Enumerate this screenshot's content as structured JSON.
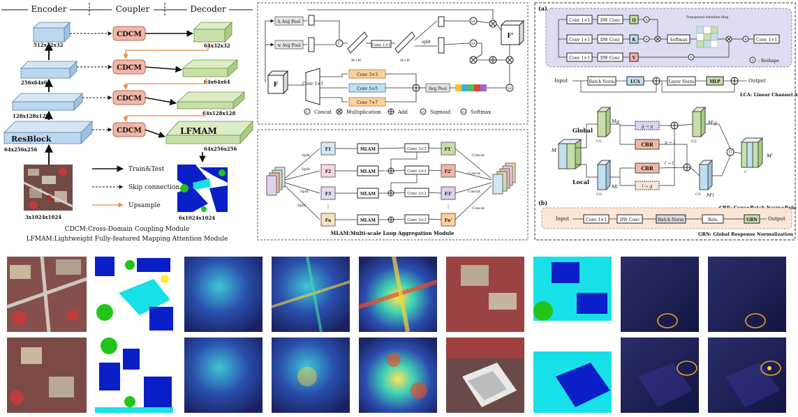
{
  "architecture": {
    "headers": [
      "Encoder",
      "Coupler",
      "Decoder"
    ],
    "enc_labels": [
      "512x32x32",
      "256x64x64",
      "128x128x128",
      "64x256x256"
    ],
    "resblock": "ResBlock",
    "cdcm": "CDCM",
    "dec_labels": [
      "64x32x32",
      "64x64x64",
      "64x128x128",
      "64x256x256"
    ],
    "lfmam": "LFMAM",
    "input_label": "3x1024x1024",
    "output_label": "6x1024x1024",
    "legend": [
      "Train&Test",
      "Skip connection",
      "Upsample"
    ],
    "footnote1": "CDCM:Cross-Domain Coupling Module",
    "footnote2": "LFMAM:Lightweight Fully-featured Mapping Attention Module"
  },
  "lfmam_detail": {
    "h_pool": "h Avg Pool",
    "w_pool": "w Avg Pool",
    "conv1": "Conv 1×1",
    "split": "split",
    "F": "F",
    "F_out": "F'",
    "conv_stack": [
      "Conv 3×3",
      "Conv 5×5",
      "Conv 7×7"
    ],
    "conv_side": "Conv 1×1",
    "avg_pool": "Avg Pool",
    "legend": [
      "Concat",
      "Multiplication",
      "Add",
      "Sigmoid",
      "Softmax"
    ],
    "dim_C": "C",
    "dim_H": "H",
    "dim_W": "W",
    "dim_WH": "W+H"
  },
  "mlam_detail": {
    "split": "Split",
    "concat": "Concat",
    "mlam": "MLAM",
    "conv": "Conv 3×3",
    "inputs": [
      "F1",
      "F2",
      "F3",
      "Fn"
    ],
    "outputs": [
      "F1'",
      "F2'",
      "F3'",
      "Fn'"
    ],
    "caption": "MLAM:Multi-scale Loop Aggregation Module"
  },
  "cdcm_detail": {
    "tag_a": "(a)",
    "conv1": "Conv 1×1",
    "dwconv": "DW Conv",
    "qkv": [
      "Q",
      "K",
      "V"
    ],
    "softmax": "Softmax",
    "transposed": "Transposed Attention Map",
    "reshape_sym": "R",
    "reshape": ": Reshape",
    "row_input": "Input",
    "batch_norm": "Batch Norm",
    "lca": "LCA",
    "layer_norm": "Layer Norm",
    "mlp": "MLP",
    "output": "Output",
    "lca_caption": "LCA: Linear Channel Attention",
    "global": "Global",
    "local": "Local",
    "M": "M",
    "Mg": "Mg",
    "Ml": "Ml",
    "Mg_p": "M'g",
    "Ml_p": "M'l",
    "M_p": "M'",
    "c2": "C/2",
    "c_prime": "C'",
    "g2g": "g → g",
    "g2l": "g → l",
    "l2l": "l → l",
    "l2g": "l → g",
    "cbr": "CBR",
    "cbr_caption": "CBR: Conv+Batch Norm+Relu",
    "tag_b": "(b)",
    "b_row": [
      "Input",
      "Conv 1×1",
      "DW Conv",
      "Batch Norm",
      "Relu",
      "GRN",
      "Output"
    ],
    "grn_caption": "GRN: Global Response Normalization",
    "concat_sym": "C"
  },
  "colors": {
    "encoder_block": "#bcd8ef",
    "decoder_block": "#c6e0a8",
    "cdcm_fill": "#f1b6a6",
    "upsample_arrow": "#f08a3c",
    "panel_lilac": "#dcdcf2",
    "panel_peach": "#fbe6d6",
    "conv_orange": "#f9d29c",
    "conv_blue": "#bfe0f0",
    "conv_green": "#cfe6a6",
    "heat_blue": "#1d2a7a",
    "map_blue": "#0a1fc8",
    "map_green": "#22c41a",
    "map_cyan": "#18e0e8"
  }
}
